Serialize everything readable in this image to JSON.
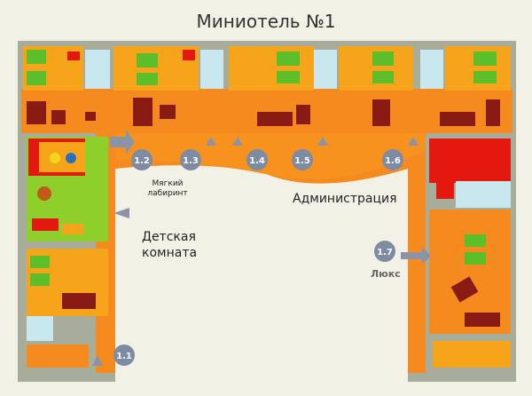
{
  "title": "Миниотель №1",
  "entrances": [
    {
      "id": "e11",
      "label": "1.1"
    },
    {
      "id": "e12",
      "label": "1.2"
    },
    {
      "id": "e13",
      "label": "1.3"
    },
    {
      "id": "e14",
      "label": "1.4"
    },
    {
      "id": "e15",
      "label": "1.5"
    },
    {
      "id": "e16",
      "label": "1.6"
    },
    {
      "id": "e17",
      "label": "1.7"
    }
  ],
  "labels": {
    "soft_maze": "Мягкий лабиринт",
    "kids_room": "Детская комната",
    "admin": "Администрация",
    "lux": "Люкс"
  },
  "colors": {
    "wall": "#a7ad9a",
    "corridor": "#f58a1e",
    "room": "#f6a51a",
    "admin": "#e3190f",
    "kids_room": "#8fcf2c",
    "bathroom": "#c9e7ee",
    "bed": "#5cbf2a",
    "furniture": "#8a1b14",
    "marker": "#7d8ca3"
  }
}
